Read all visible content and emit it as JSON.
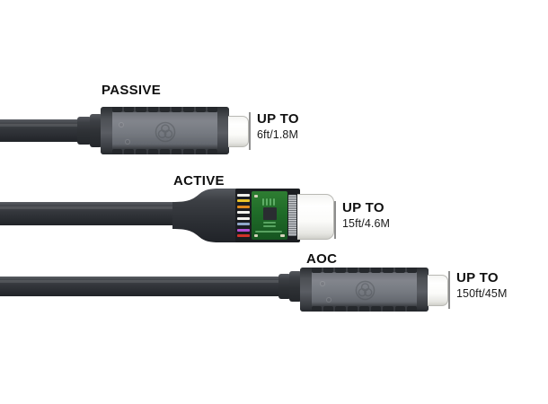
{
  "diagram": {
    "title": "USB-C cable types and maximum lengths",
    "background_color": "#ffffff",
    "accent_text_color": "#101010",
    "housing_color": "#7a7d84",
    "cable_jacket_color": "#34373c",
    "tip_color": "#ffffff",
    "pcb_color": "#1f6b28"
  },
  "cables": [
    {
      "id": "passive",
      "type_label": "PASSIVE",
      "caption_up_to": "UP TO",
      "caption_length": "6ft/1.8M",
      "logo_name": "brand-trefoil-logo",
      "housing_teeth_count": 9
    },
    {
      "id": "active",
      "type_label": "ACTIVE",
      "caption_up_to": "UP TO",
      "caption_length": "15ft/4.6M",
      "logo_name": "none",
      "wire_colors": [
        "#f0f0ea",
        "#e8c22a",
        "#e08a1e",
        "#f2f2ee",
        "#f2f2ee",
        "#8fa6c9",
        "#b452d6",
        "#d1322a"
      ]
    },
    {
      "id": "aoc",
      "type_label": "AOC",
      "caption_up_to": "UP TO",
      "caption_length": "150ft/45M",
      "logo_name": "brand-trefoil-logo",
      "housing_teeth_count": 9
    }
  ]
}
